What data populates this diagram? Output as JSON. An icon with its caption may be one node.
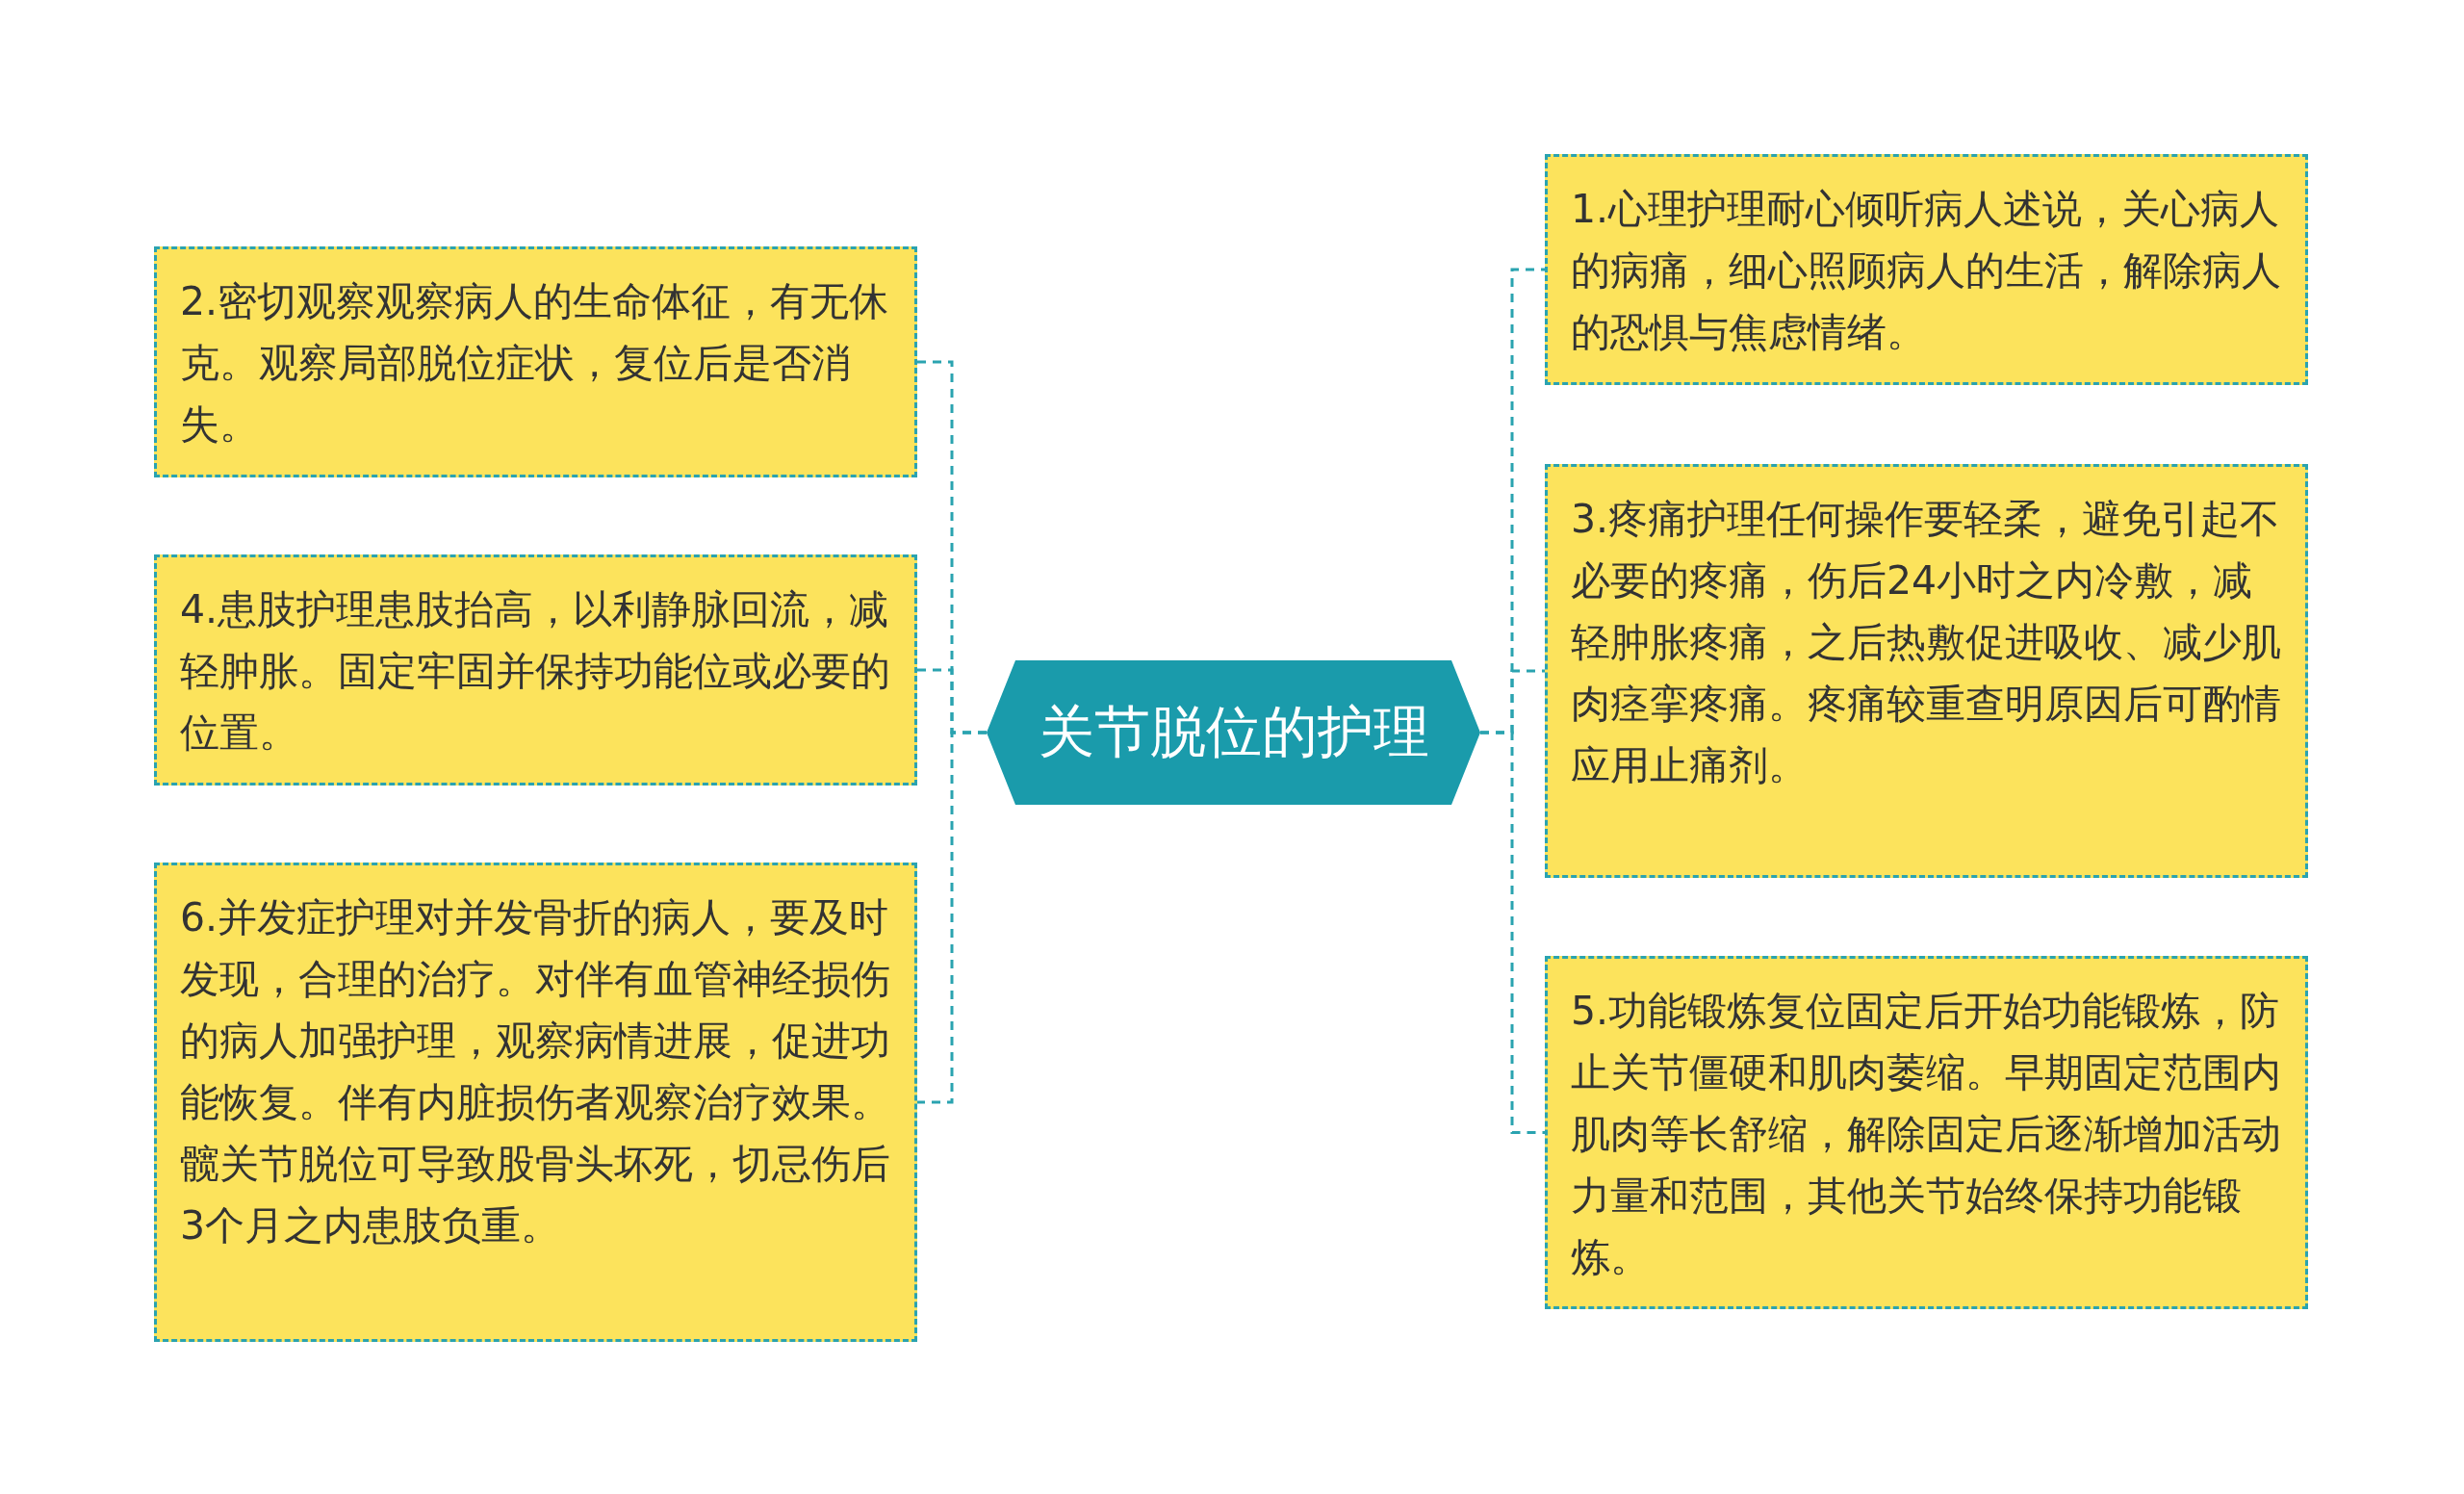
{
  "diagram": {
    "nodes": [
      {
        "text": [
          "关节脱位的护理"
        ]
      },
      {
        "text": [
          "1.心理护理耐心倾听病人述说，关心病人的病痛，细心照顾病人的生活，解除病人的恐惧与焦虑情绪。"
        ]
      },
      {
        "text": [
          "2.密切观察观察病人的生命体征，有无休克。观察局部脱位症状，复位后是否消失。"
        ]
      },
      {
        "text": [
          "3.疼痛护理任何操作要轻柔，避免引起不必要的疼痛，伤后24小时之内冷敷，减轻肿胀疼痛，之后热敷促进吸收、减少肌肉痉挛疼痛。疼痛较重查明原因后可酌情应用止痛剂。"
        ]
      },
      {
        "text": [
          "4.患肢护理患肢抬高，以利静脉回流，减轻肿胀。固定牢固并保持功能位或必要的位置。"
        ]
      },
      {
        "text": [
          "5.功能锻炼复位固定后开始功能锻炼，防止关节僵硬和肌肉萎缩。早期固定范围内肌肉等长舒缩，解除固定后逐渐增加活动力量和范围，其他关节始终保持功能锻炼。"
        ]
      },
      {
        "text": [
          "6.并发症护理对并发骨折的病人，要及时发现，合理的治疗。对伴有血管神经损伤的病人加强护理，观察病情进展，促进功能恢复。伴有内脏损伤者观察治疗效果。髋关节脱位可导致股骨头坏死，切忌伤后3个月之内患肢负重。"
        ]
      }
    ],
    "edges": [
      {
        "from": 0,
        "to": 1,
        "arrow": "none",
        "style": "dashed"
      },
      {
        "from": 0,
        "to": 2,
        "arrow": "none",
        "style": "dashed"
      },
      {
        "from": 0,
        "to": 3,
        "arrow": "none",
        "style": "dashed"
      },
      {
        "from": 0,
        "to": 4,
        "arrow": "none",
        "style": "dashed"
      },
      {
        "from": 0,
        "to": 5,
        "arrow": "none",
        "style": "dashed"
      },
      {
        "from": 0,
        "to": 6,
        "arrow": "none",
        "style": "dashed"
      }
    ]
  }
}
